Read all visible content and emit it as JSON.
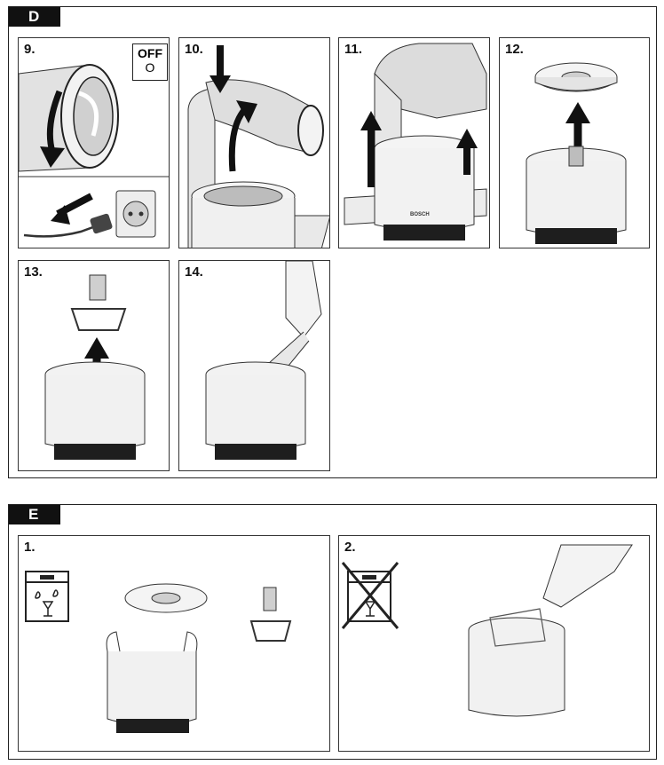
{
  "section_d": {
    "tag": "D",
    "steps": [
      {
        "label": "9.",
        "switch_label": "OFF",
        "switch_symbol": "O"
      },
      {
        "label": "10."
      },
      {
        "label": "11."
      },
      {
        "label": "12."
      },
      {
        "label": "13."
      },
      {
        "label": "14."
      }
    ]
  },
  "section_e": {
    "tag": "E",
    "steps": [
      {
        "label": "1."
      },
      {
        "label": "2."
      }
    ]
  },
  "brand": "BOSCH",
  "colors": {
    "border": "#222222",
    "tag_bg": "#111111",
    "arrow": "#111111",
    "body_grey": "#d9d9d9",
    "dark_base": "#1e1e1e"
  }
}
